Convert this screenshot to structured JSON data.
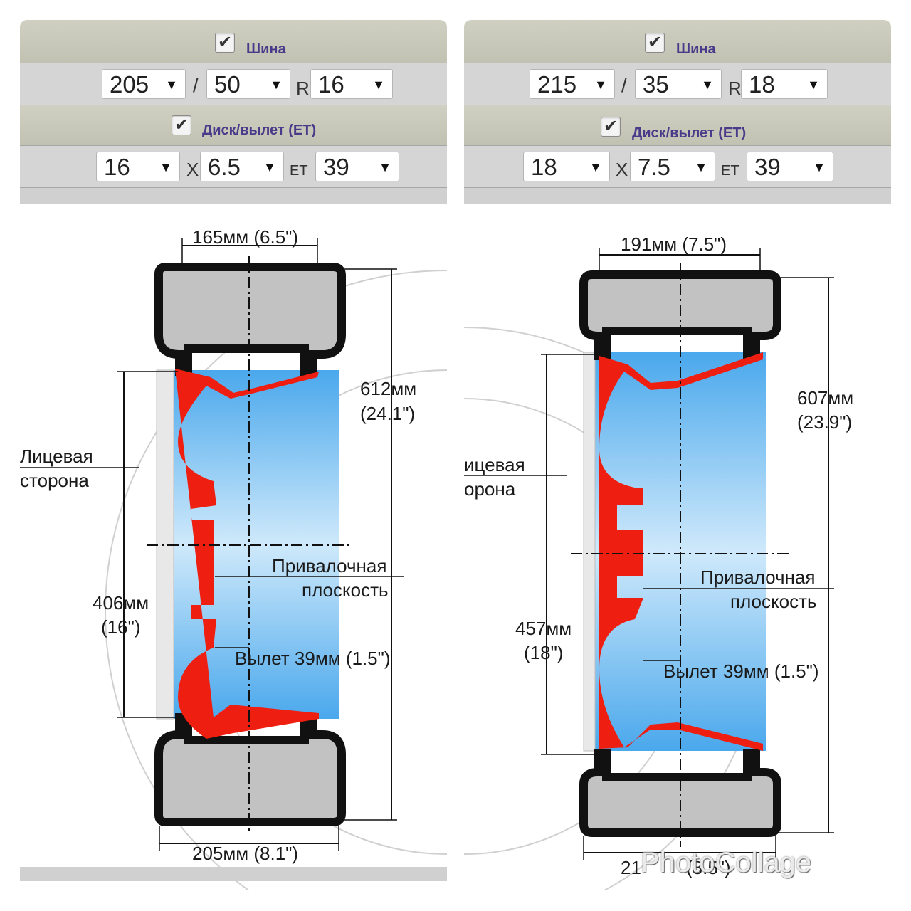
{
  "left": {
    "tire_caption": "Шина",
    "tire_width": "205",
    "tire_profile": "50",
    "tire_rim": "16",
    "rim_caption": "Диск/вылет (ЕТ)",
    "rim_diameter": "16",
    "rim_width": "6.5",
    "rim_et": "39",
    "dim_top": "165мм (6.5\")",
    "dim_bottom": "205мм (8.1\")",
    "dim_outer_1": "612мм",
    "dim_outer_2": "(24.1\")",
    "dim_rim_1": "406мм",
    "dim_rim_2": "(16\")",
    "face_1": "Лицевая",
    "face_2": "сторона",
    "mount_1": "Привалочная",
    "mount_2": "плоскость",
    "offset": "Вылет 39мм (1.5\")"
  },
  "right": {
    "tire_caption": "Шина",
    "tire_width": "215",
    "tire_profile": "35",
    "tire_rim": "18",
    "rim_caption": "Диск/вылет (ЕТ)",
    "rim_diameter": "18",
    "rim_width": "7.5",
    "rim_et": "39",
    "dim_top": "191мм (7.5\")",
    "dim_bottom": "21",
    "dim_bottom_tail": "(8.5\")",
    "dim_outer_1": "607мм",
    "dim_outer_2": "(23.9\")",
    "dim_rim_1": "457мм",
    "dim_rim_2": "(18\")",
    "face_1": "ицевая",
    "face_2": "орона",
    "mount_1": "Привалочная",
    "mount_2": "плоскость",
    "offset": "Вылет 39мм (1.5\")"
  },
  "labels": {
    "slash": "/",
    "r": "R",
    "x": "X",
    "et": "ЕТ",
    "arrow": "▼",
    "check": "✔"
  },
  "watermark": "PhotoCollage",
  "icons": [
    "checkbox-checked-icon",
    "dropdown-arrow-icon"
  ]
}
